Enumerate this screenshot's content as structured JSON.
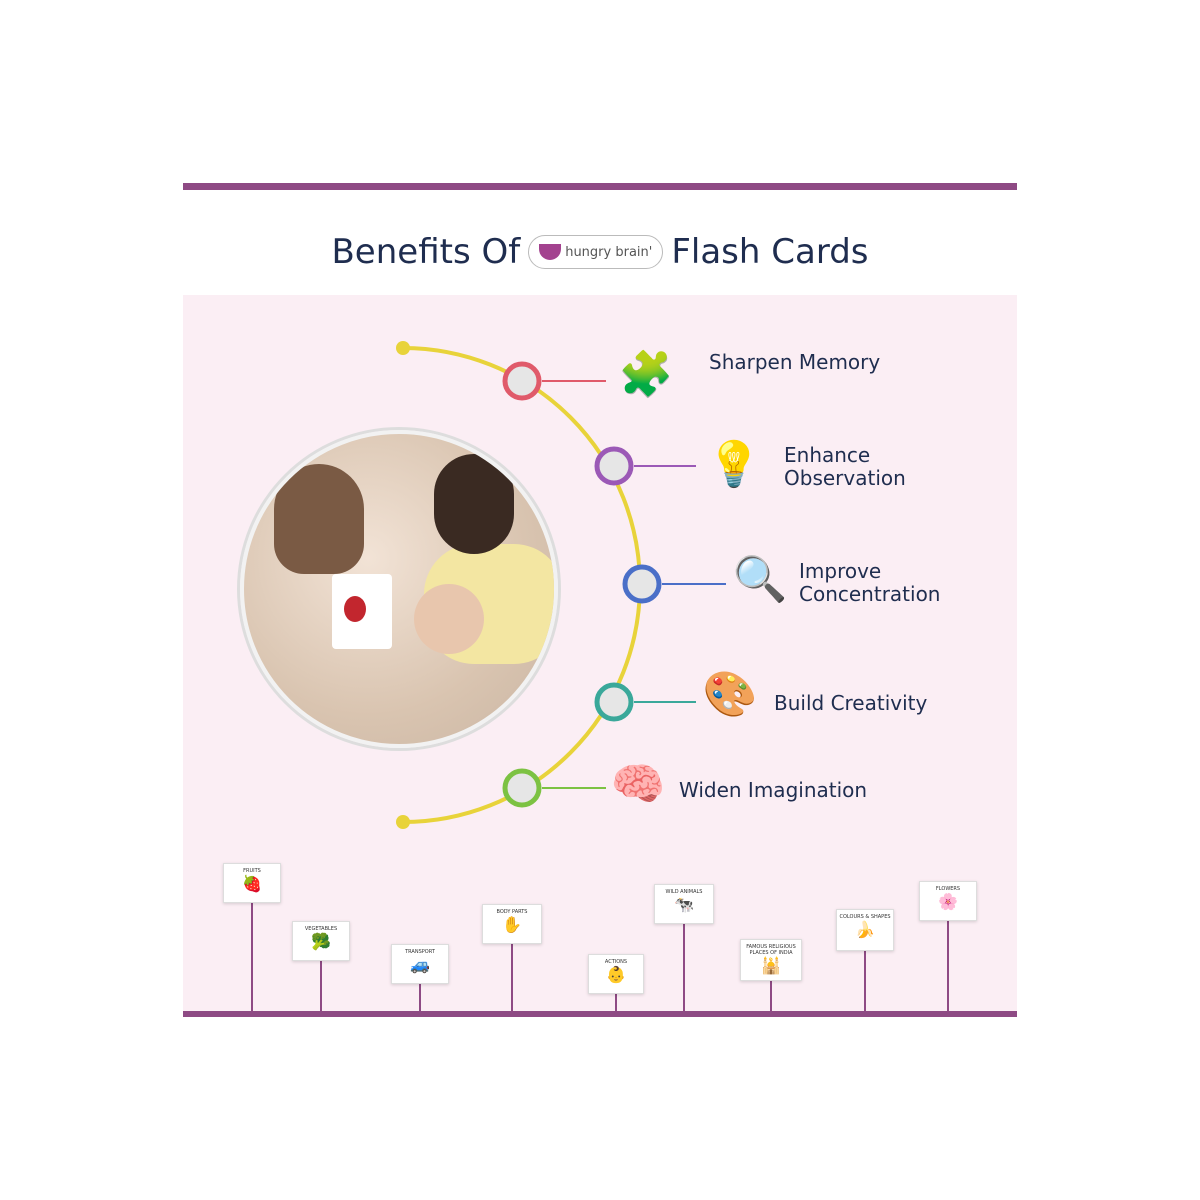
{
  "header": {
    "title_prefix": "Benefits Of",
    "brand": "hungry brain'",
    "title_suffix": "Flash Cards"
  },
  "benefits": [
    {
      "label": "Sharpen Memory",
      "icon": "puzzle-icon",
      "color": "#e05a6a"
    },
    {
      "label": "Enhance Observation",
      "icon": "lightbulb-icon",
      "color": "#9b59b6"
    },
    {
      "label": "Improve Concentration",
      "icon": "magnifier-icon",
      "color": "#4a6fc8"
    },
    {
      "label": "Build Creativity",
      "icon": "palette-icon",
      "color": "#3aa89a"
    },
    {
      "label": "Widen Imagination",
      "icon": "head-gear-icon",
      "color": "#7cc242"
    }
  ],
  "cards": [
    {
      "label": "FRUITS",
      "pic": "🍓"
    },
    {
      "label": "VEGETABLES",
      "pic": "🥦"
    },
    {
      "label": "TRANSPORT",
      "pic": "🚙"
    },
    {
      "label": "BODY PARTS",
      "pic": "✋"
    },
    {
      "label": "ACTIONS",
      "pic": "👶"
    },
    {
      "label": "WILD ANIMALS",
      "pic": "🐄"
    },
    {
      "label": "FAMOUS RELIGIOUS PLACES OF INDIA",
      "pic": "🕌"
    },
    {
      "label": "COLOURS & SHAPES",
      "pic": "🍌"
    },
    {
      "label": "FLOWERS",
      "pic": "🌸"
    }
  ],
  "colors": {
    "accent": "#8e4a84",
    "arc": "#e8d33a",
    "background": "#fbeef4",
    "text": "#1f2d4f"
  }
}
